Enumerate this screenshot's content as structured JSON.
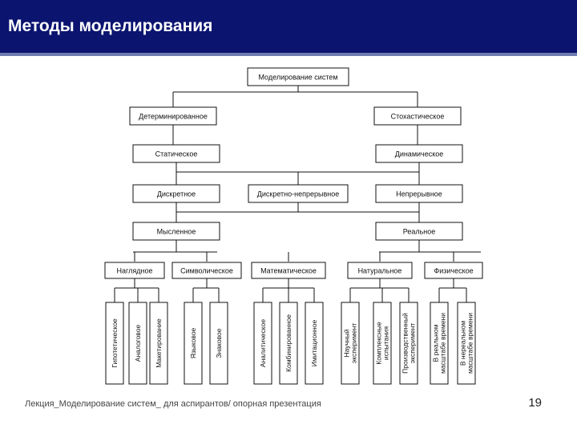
{
  "slide": {
    "title": "Методы моделирования",
    "footer": "Лекция_Моделирование систем_ для аспирантов/ опорная презентация",
    "page_number": "19"
  },
  "diagram": {
    "root": "Моделирование систем",
    "level1": [
      "Детерминированное",
      "Стохастическое"
    ],
    "level2": [
      "Статическое",
      "Динамическое"
    ],
    "level3": [
      "Дискретное",
      "Дискретно-непрерывное",
      "Непрерывное"
    ],
    "level4": [
      "Мысленное",
      "Реальное"
    ],
    "level5": [
      "Наглядное",
      "Символическое",
      "Математическое",
      "Натуральное",
      "Физическое"
    ],
    "leaves": [
      [
        "Гипотетическое",
        "Аналоговое",
        "Макетирование"
      ],
      [
        "Языковое",
        "Знаковое"
      ],
      [
        "Аналитическое",
        "Комбинированное",
        "Имитационное"
      ],
      [
        "Научный эксперимент",
        "Комплексные испытания",
        "Производственный эксперимент"
      ],
      [
        "В реальном масштабе времени",
        "В нереальном масштабе времени"
      ]
    ]
  }
}
